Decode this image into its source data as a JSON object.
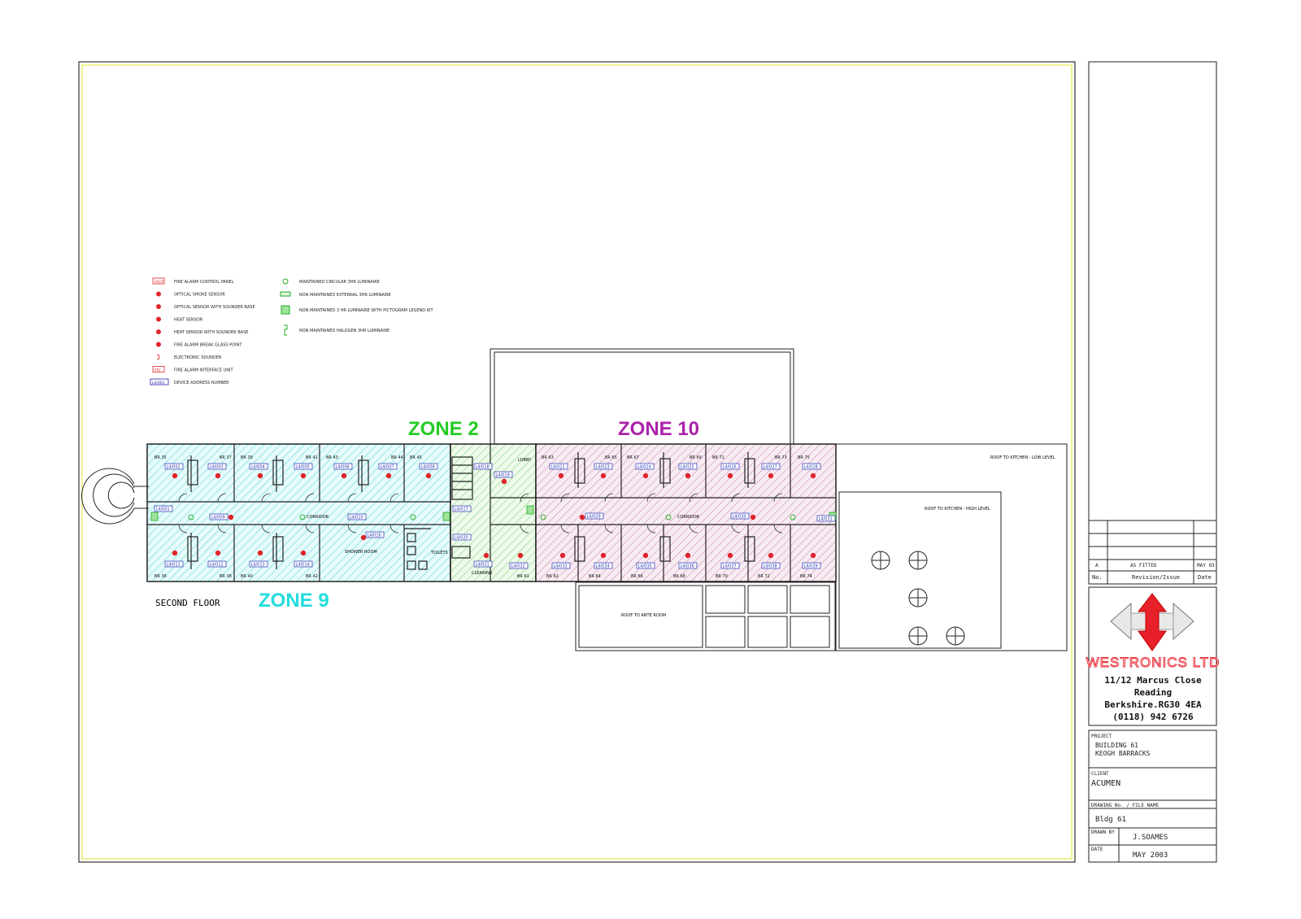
{
  "drawing": {
    "floor_label": "SECOND FLOOR",
    "zones": [
      {
        "label": "ZONE 2",
        "color": "#22cc22"
      },
      {
        "label": "ZONE 10",
        "color": "#aa22aa"
      },
      {
        "label": "ZONE 9",
        "color": "#22dddd"
      }
    ],
    "rooms_left_top": [
      "BR 35",
      "BR 37",
      "BR 39",
      "BR 41",
      "BR 43",
      "BR 44",
      "BR 45"
    ],
    "rooms_left_bottom": [
      "BR 36",
      "BR 38",
      "BR 40",
      "BR 42"
    ],
    "rooms_right_top": [
      "BR 63",
      "BR 65",
      "BR 67",
      "BR 69",
      "BR 71",
      "BR 73",
      "BR 75"
    ],
    "rooms_right_bottom": [
      "BR 61",
      "BR 62",
      "BR 64",
      "BR 66",
      "BR 68",
      "BR 70",
      "BR 72",
      "BR 74"
    ],
    "area_labels": {
      "corridor_left": "CORRIDOR",
      "corridor_right": "CORRIDOR",
      "shower_room": "SHOWER ROOM",
      "toilets": "TOILETS",
      "lobby": "LOBBY",
      "cleaning": "CLEANING",
      "roof_kitchen_low": "ROOF TO KITCHEN - LOW LEVEL",
      "roof_kitchen_high": "ROOF TO KITCHEN - HIGH LEVEL",
      "roof_ante": "ROOF TO ANTE ROOM"
    },
    "device_tags_left_top": [
      "L4/002",
      "L4/003",
      "L4/004",
      "L4/005",
      "L4/006",
      "L4/007",
      "L4/008"
    ],
    "device_tags_left_corridor": [
      "L4/001",
      "L4/009",
      "L4/010",
      "L4/016",
      "L4/017"
    ],
    "device_tags_left_bottom": [
      "L4/011",
      "L4/012",
      "L4/013",
      "L4/014"
    ],
    "device_tags_core": [
      "L4/018",
      "L4/019",
      "L4/020",
      "L4/021"
    ],
    "device_tags_right_top": [
      "L4/022",
      "L4/023",
      "L4/024",
      "L4/025",
      "L4/026",
      "L4/027",
      "L4/028"
    ],
    "device_tags_right_corridor": [
      "L4/029",
      "L4/030",
      "L4/031"
    ],
    "device_tags_right_bottom": [
      "L4/032",
      "L4/033",
      "L4/034",
      "L4/035",
      "L4/036",
      "L4/037",
      "L4/038",
      "L4/039"
    ]
  },
  "legend": {
    "left": [
      {
        "symbol": "panel",
        "text": "FIRE ALARM CONTROL PANEL"
      },
      {
        "symbol": "smoke",
        "text": "OPTICAL SMOKE SENSOR"
      },
      {
        "symbol": "smoke-sounder",
        "text": "OPTICAL SENSOR WITH SOUNDER BASE"
      },
      {
        "symbol": "heat",
        "text": "HEAT SENSOR"
      },
      {
        "symbol": "heat-sounder",
        "text": "HEAT SENSOR WITH SOUNDER BASE"
      },
      {
        "symbol": "break-glass",
        "text": "FIRE ALARM BREAK GLASS POINT"
      },
      {
        "symbol": "sounder",
        "text": "ELECTRONIC SOUNDER"
      },
      {
        "symbol": "interface",
        "text": "FIRE ALARM INTERFACE UNIT"
      },
      {
        "symbol": "address",
        "text": "DEVICE ADDRESS NUMBER"
      }
    ],
    "right": [
      {
        "symbol": "circular",
        "text": "MAINTAINED CIRCULAR 3HR LUMINAIRE"
      },
      {
        "symbol": "external",
        "text": "NON MAINTAINED EXTERNAL 3HR LUMINAIRE"
      },
      {
        "symbol": "pictogram",
        "text": "NON MAINTAINED 3 HR LUMINAIRE WITH PICTOGRAM LEGEND KIT"
      },
      {
        "symbol": "halogen",
        "text": "NON MAINTAINED HALOGEN 3HR LUMINAIRE"
      }
    ],
    "symbol_labels": {
      "panel": "FACP",
      "interface": "FIU",
      "address": "L4/001"
    }
  },
  "title_block": {
    "revision": {
      "rev": "A",
      "description": "AS FITTED",
      "date": "MAY 03"
    },
    "revision_headers": {
      "no": "No.",
      "rev": "Revision/Issue",
      "date": "Date"
    },
    "company": {
      "name": "WESTRONICS LTD",
      "address1": "11/12 Marcus Close",
      "address2": "Reading",
      "address3": "Berkshire.RG30 4EA",
      "phone": "(0118) 942 6726"
    },
    "project_label": "PROJECT",
    "project_line1": "BUILDING 61",
    "project_line2": "KEOGH BARRACKS",
    "client_label": "CLIENT",
    "client": "ACUMEN",
    "drawing_no_label": "DRAWING No. / FILE NAME",
    "drawing_no": "Bldg 61",
    "drawn_by_label": "DRAWN BY",
    "drawn_by": "J.SOAMES",
    "date_label": "DATE",
    "date": "MAY 2003"
  }
}
